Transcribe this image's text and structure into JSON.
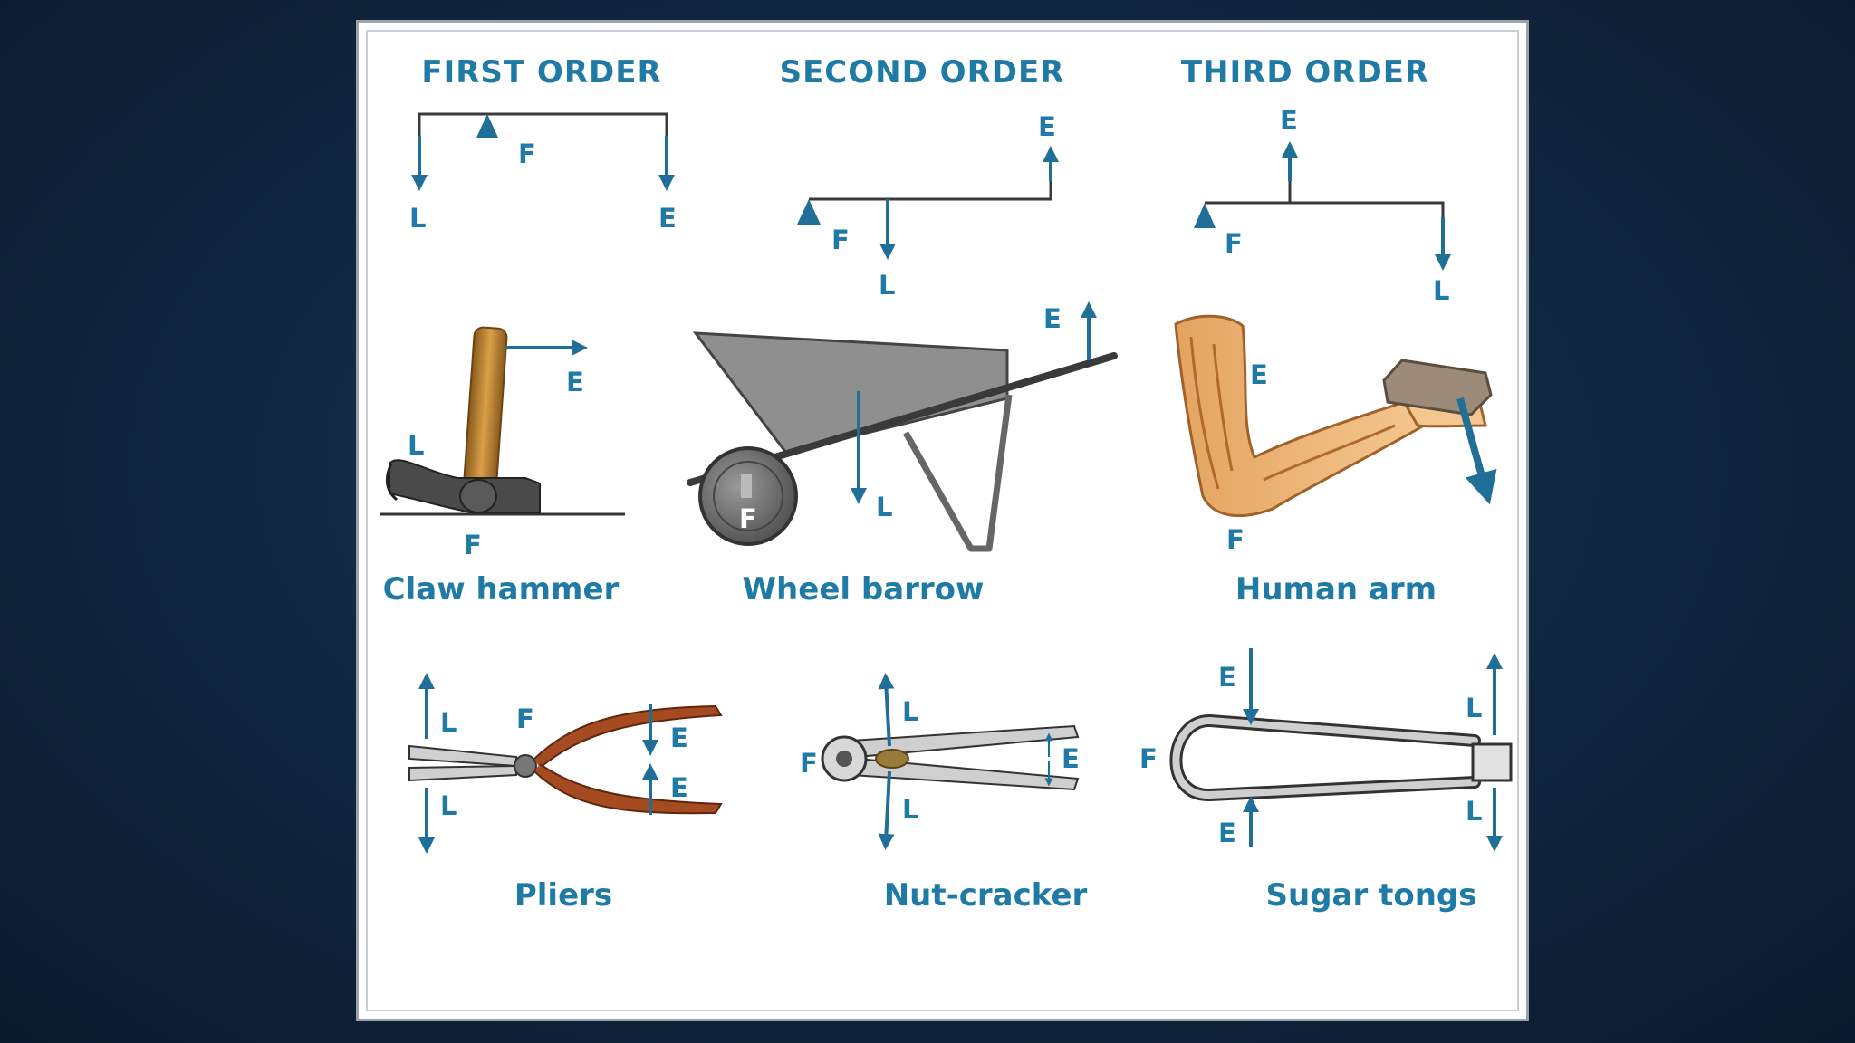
{
  "headers": {
    "first": "FIRST ORDER",
    "second": "SECOND ORDER",
    "third": "THIRD ORDER"
  },
  "letters": {
    "fulcrum": "F",
    "load": "L",
    "effort": "E"
  },
  "captions": {
    "claw_hammer": "Claw hammer",
    "wheel_barrow": "Wheel barrow",
    "human_arm": "Human arm",
    "pliers": "Pliers",
    "nut_cracker": "Nut-cracker",
    "sugar_tongs": "Sugar tongs"
  },
  "colors": {
    "label": "#1f7ba6",
    "arrow": "#1f6f99",
    "beam": "#3a3a3a",
    "panel": "#ffffff",
    "background": "#10263f"
  }
}
